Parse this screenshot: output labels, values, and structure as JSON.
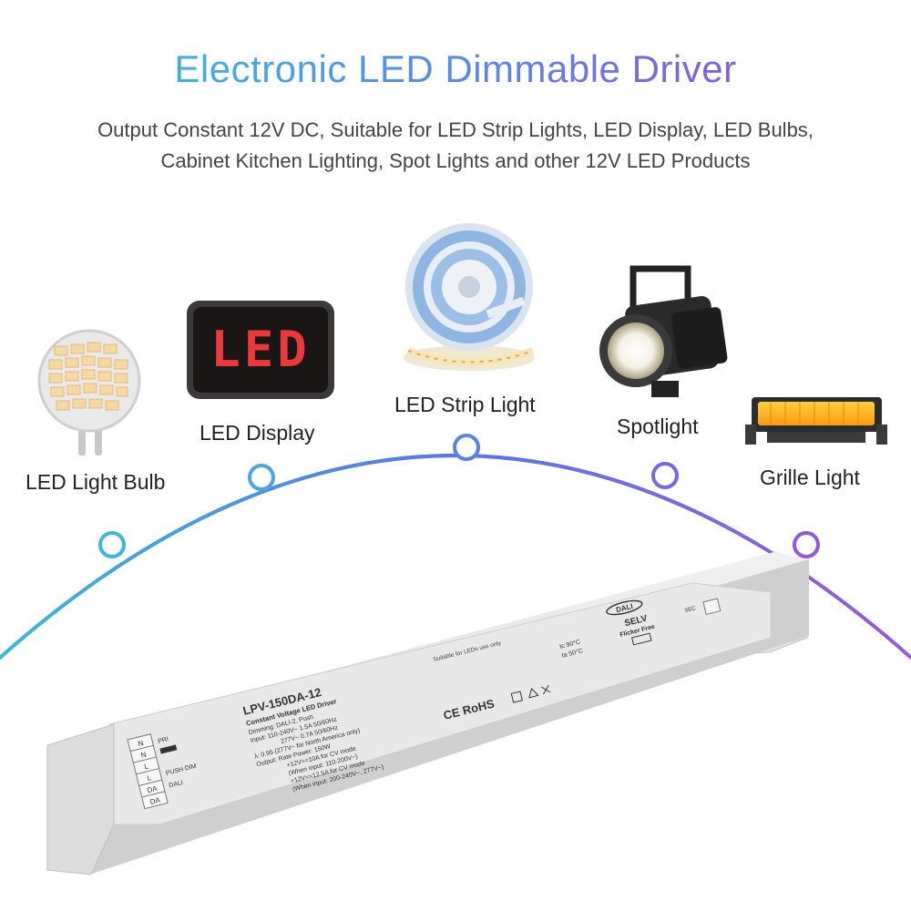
{
  "header": {
    "title": "Electronic LED Dimmable Driver",
    "subtitle_line1": "Output Constant 12V DC, Suitable for LED Strip Lights, LED Display, LED Bulbs,",
    "subtitle_line2": "Cabinet Kitchen Lighting, Spot Lights and other 12V LED Products"
  },
  "applications": [
    {
      "label": "LED Light Bulb",
      "icon": "led-light-bulb-icon"
    },
    {
      "label": "LED Display",
      "icon": "led-display-icon"
    },
    {
      "label": "LED Strip Light",
      "icon": "led-strip-icon"
    },
    {
      "label": "Spotlight",
      "icon": "spotlight-icon"
    },
    {
      "label": "Grille Light",
      "icon": "grille-light-icon"
    }
  ],
  "display_text": "LED",
  "driver": {
    "model": "LPV-150DA-12",
    "type_line": "Constant Voltage LED Driver",
    "dimming_line": "Dimming: DALI-2, Push",
    "input_line1": "Input:  110-240V~  1.5A  50/60Hz",
    "input_line2": "277V~  0.7A  50/60Hz",
    "pf_line": "λ: 0.95  (277V~ for North America only)",
    "output_line1": "Output: Rate Power: 150W",
    "output_line2": "+12V==10A for CV mode",
    "output_line3": "(When input: 110-200V~)",
    "output_line4": "+12V==12.5A for CV mode",
    "output_line5": "(When input: 200-240V~, 277V~)",
    "suitable_text": "Suitable for LEDs use only",
    "temp_line1": "tc 90°C",
    "temp_line2": "ta 50°C",
    "dali_logo_text": "DALI",
    "selv_text": "SELV",
    "flicker_text": "Flicker Free",
    "cert_text": "CE  RoHS",
    "pri_label": "PRI",
    "sec_label": "SEC",
    "push_dim_text": "PUSH DIM",
    "dali_term_text": "DALI",
    "terminals": [
      "N",
      "N",
      "L",
      "L",
      "DA",
      "DA"
    ]
  },
  "colors": {
    "arc_start": "#3fb6d9",
    "arc_end": "#9a58d8",
    "title_start": "#3fb6d9",
    "title_end": "#8a58d8",
    "display_led": "#e83a3a",
    "grille_amber": "#ffb020"
  }
}
